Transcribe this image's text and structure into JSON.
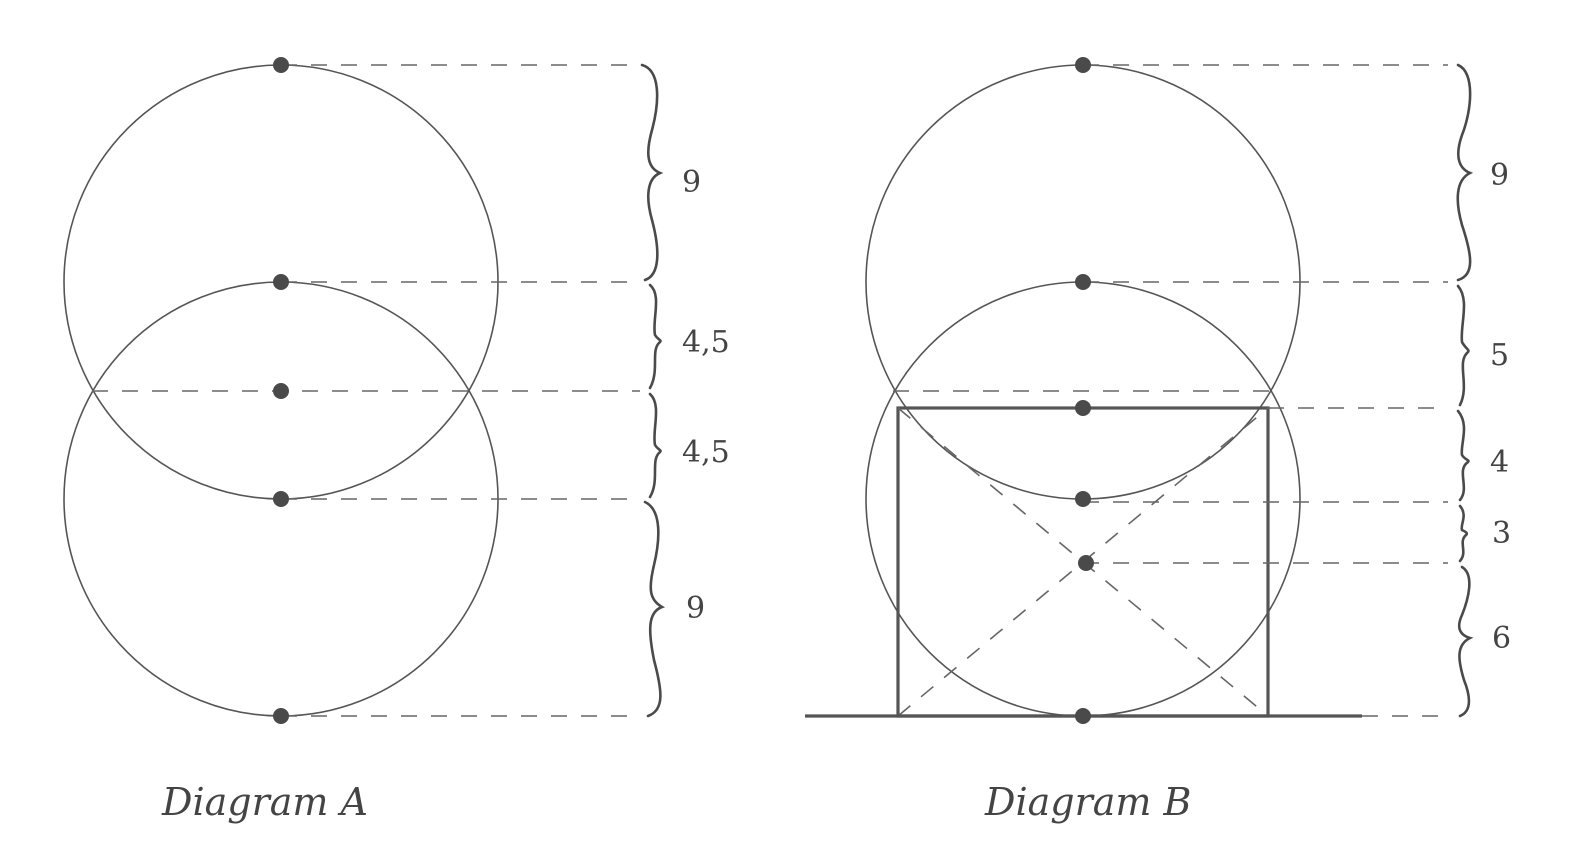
{
  "diagrams": {
    "a": {
      "caption": "Diagram A",
      "measurements": [
        "9",
        "4,5",
        "4,5",
        "9"
      ]
    },
    "b": {
      "caption": "Diagram B",
      "measurements": [
        "9",
        "5",
        "4",
        "3",
        "6"
      ]
    }
  },
  "colors": {
    "line": "#555555",
    "dot": "#4a4a4a",
    "background": "#ffffff"
  }
}
